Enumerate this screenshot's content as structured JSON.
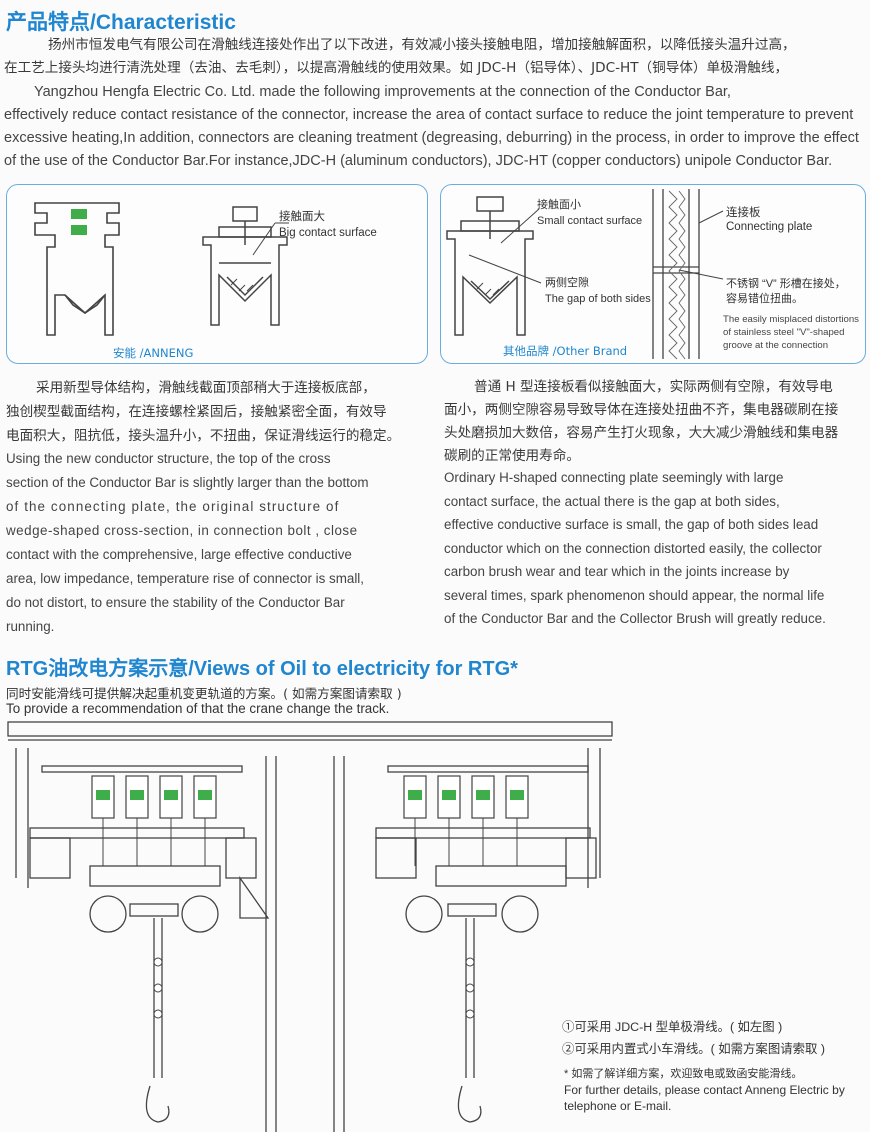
{
  "section1": {
    "title": "产品特点/Characteristic",
    "cn_lines": [
      "扬州市恒发电气有限公司在滑触线连接处作出了以下改进，有效减小接头接触电阻，增加接触解面积，以降低接头温升过高，",
      "在工艺上接头均进行清洗处理（去油、去毛刺），以提高滑触线的使用效果。如 JDC-H（铝导体）、JDC-HT（铜导体）单极滑触线，"
    ],
    "en_lines": [
      "Yangzhou Hengfa Electric Co. Ltd.  made the following improvements at the connection of the Conductor Bar,",
      "effectively reduce contact resistance of the connector, increase the area of contact surface to reduce the joint temperature to prevent",
      "excessive heating,In addition, connectors are cleaning treatment (degreasing, deburring) in the process, in order to improve the effect",
      "of the use of the Conductor Bar.For instance,JDC-H (aluminum conductors), JDC-HT (copper conductors) unipole Conductor Bar."
    ]
  },
  "left_figure": {
    "label_cn": "接触面大",
    "label_en": "Big contact surface",
    "caption": "安能 /ANNENG"
  },
  "right_figure": {
    "label1_cn": "接触面小",
    "label1_en": "Small contact surface",
    "label2_cn": "两侧空隙",
    "label2_en": "The gap of both sides",
    "label3_cn": "连接板",
    "label3_en": "Connecting plate",
    "label4_cn_lines": [
      "不锈钢 “V” 形槽在接处，",
      "容易错位扭曲。"
    ],
    "label4_en_lines": [
      "The easily misplaced distortions",
      "of  stainless  steel  \"V\"-shaped",
      "groove at the connection"
    ],
    "caption": "其他品牌 /Other Brand"
  },
  "left_text": {
    "cn_lines": [
      "采用新型导体结构，滑触线截面顶部稍大于连接板底部，",
      "独创楔型截面结构，在连接螺栓紧固后，接触紧密全面，有效导",
      "电面积大，阻抗低，接头温升小，不扭曲，保证滑线运行的稳定。"
    ],
    "en_lines": [
      "Using the new conductor structure, the top of the cross",
      "section of the Conductor Bar is slightly larger than the bottom",
      "of the connecting plate, the original structure of",
      "wedge-shaped cross-section, in connection bolt , close",
      "contact with the comprehensive, large effective conductive",
      "area, low impedance, temperature rise of connector is small,",
      "do not distort, to ensure the stability of the Conductor Bar",
      "running."
    ]
  },
  "right_text": {
    "cn_lines": [
      "普通 H 型连接板看似接触面大，实际两侧有空隙，有效导电",
      "面小，两侧空隙容易导致导体在连接处扭曲不齐，集电器碳刷在接",
      "头处磨损加大数倍，容易产生打火现象，大大减少滑触线和集电器",
      "碳刷的正常使用寿命。"
    ],
    "en_lines": [
      "Ordinary H-shaped connecting plate seemingly with large",
      "contact surface, the actual there is the gap at both sides,",
      "effective conductive surface is small, the gap of both sides lead",
      "conductor which on the connection distorted easily, the collector",
      "carbon brush wear and tear which in the joints increase by",
      "several times, spark phenomenon should appear, the normal life",
      "of the Conductor Bar and the Collector Brush will greatly reduce."
    ]
  },
  "section2": {
    "title": "RTG油改电方案示意/Views of Oil to electricity for RTG*",
    "sub_cn": "同时安能滑线可提供解决起重机变更轨道的方案。( 如需方案图请索取 )",
    "sub_en": "To provide a recommendation of that the crane change the track."
  },
  "notes": {
    "item1": "①可采用 JDC-H 型单极滑线。( 如左图 )",
    "item2": "②可采用内置式小车滑线。( 如需方案图请索取 )",
    "footnote_cn": "* 如需了解详细方案，欢迎致电或致函安能滑线。",
    "footnote_en_lines": [
      "For further details, please contact  Anneng Electric by",
      "telephone or E-mail."
    ]
  },
  "colors": {
    "accent": "#1f86cf",
    "box_border": "#6aaee0",
    "green": "#3fae4a",
    "line": "#444444"
  }
}
